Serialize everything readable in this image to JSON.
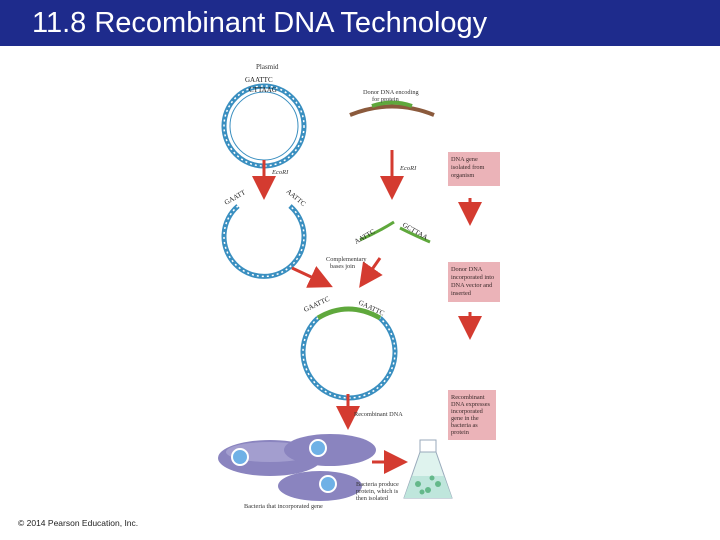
{
  "slide": {
    "title": "11.8 Recombinant DNA Technology",
    "copyright": "© 2014 Pearson Education, Inc."
  },
  "diagram": {
    "plasmid_label": "Plasmid",
    "donor_label": [
      "Donor DNA encoding",
      "for protein"
    ],
    "ecori_left": "EcoRI",
    "ecori_right": "EcoRI",
    "complementary_label": [
      "Complementary",
      "bases join"
    ],
    "recombinant_label": "Recombinant DNA",
    "bacteria_label": "Bacteria that incorporated gene",
    "bacteria_produce_label": [
      "Bacteria produce",
      "protein, which is",
      "then isolated"
    ],
    "box1": [
      "DNA gene",
      "isolated from",
      "organism"
    ],
    "box2": [
      "Donor DNA",
      "incorporated into",
      "DNA vector and",
      "inserted"
    ],
    "box3": [
      "Recombinant",
      "DNA expresses",
      "incorporated",
      "gene in the",
      "bacteria as",
      "protein"
    ],
    "bases_top1": "GAATTC",
    "bases_bot1": "CTTAAG",
    "colors": {
      "title_bar": "#1e2b8c",
      "plasmid": "#3a8fc0",
      "donor_dna": "#8b5a3c",
      "arrow": "#d43b30",
      "box": "#ebb3b8",
      "bacteria": "#8a84bf",
      "flask_liquid": "#bfe6dc"
    }
  }
}
